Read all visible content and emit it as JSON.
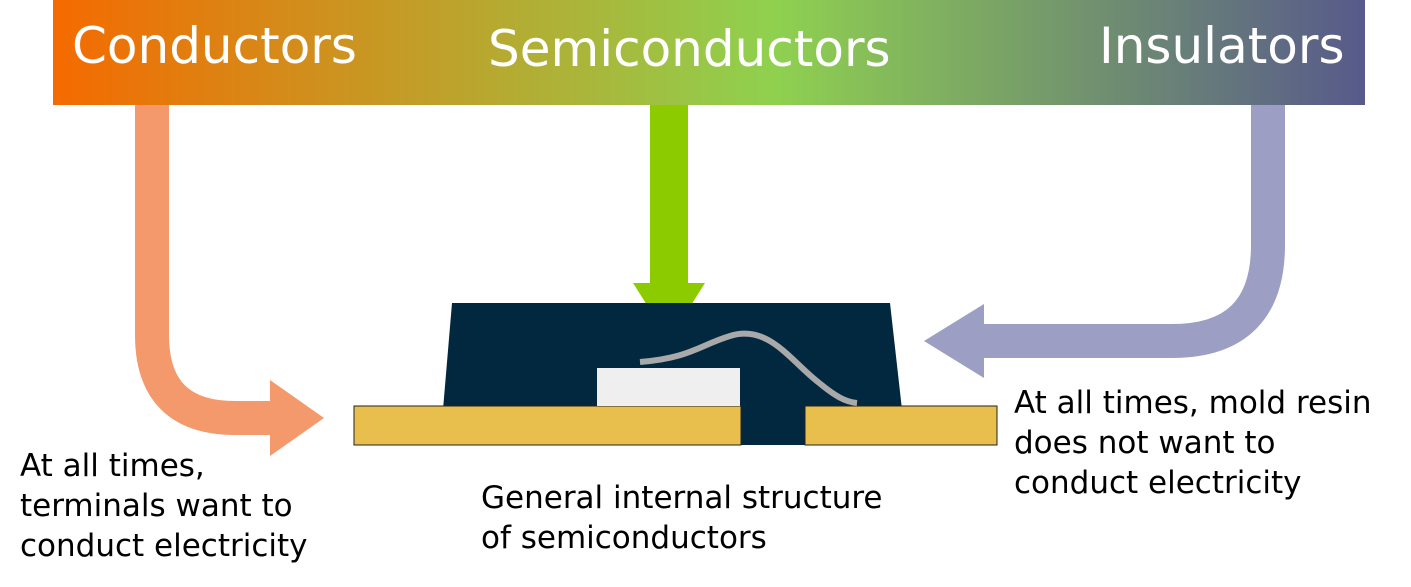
{
  "banner": {
    "conductors": "Conductors",
    "semiconductors": "Semiconductors",
    "insulators": "Insulators"
  },
  "captions": {
    "conductor_note": [
      "At all times,",
      "terminals want to",
      "conduct electricity"
    ],
    "insulator_note": [
      "At all times, mold resin",
      "does not want to",
      "conduct electricity"
    ],
    "structure_title": [
      "General internal structure",
      "of semiconductors"
    ]
  },
  "colors": {
    "banner_left": "#F56A00",
    "banner_mid": "#8FD14F",
    "banner_right": "#575A8B",
    "conductor_arrow": "#F4996C",
    "semiconductor_arrow": "#8CCB00",
    "insulator_arrow": "#9C9EC4",
    "mold_resin": "#022840",
    "lead_frame": "#E8BF4C",
    "die": "#EFEFEF",
    "bond_wire": "#A9A9A9"
  }
}
